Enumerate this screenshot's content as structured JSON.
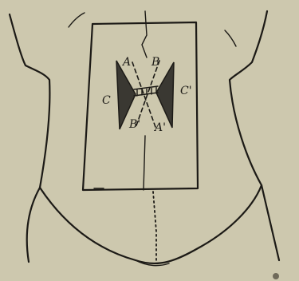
{
  "figure": {
    "labels": {
      "a_top": "A",
      "b_top": "B",
      "c_left": "C",
      "c_right": "C'",
      "b_bottom": "B'",
      "a_bottom": "A'"
    }
  }
}
